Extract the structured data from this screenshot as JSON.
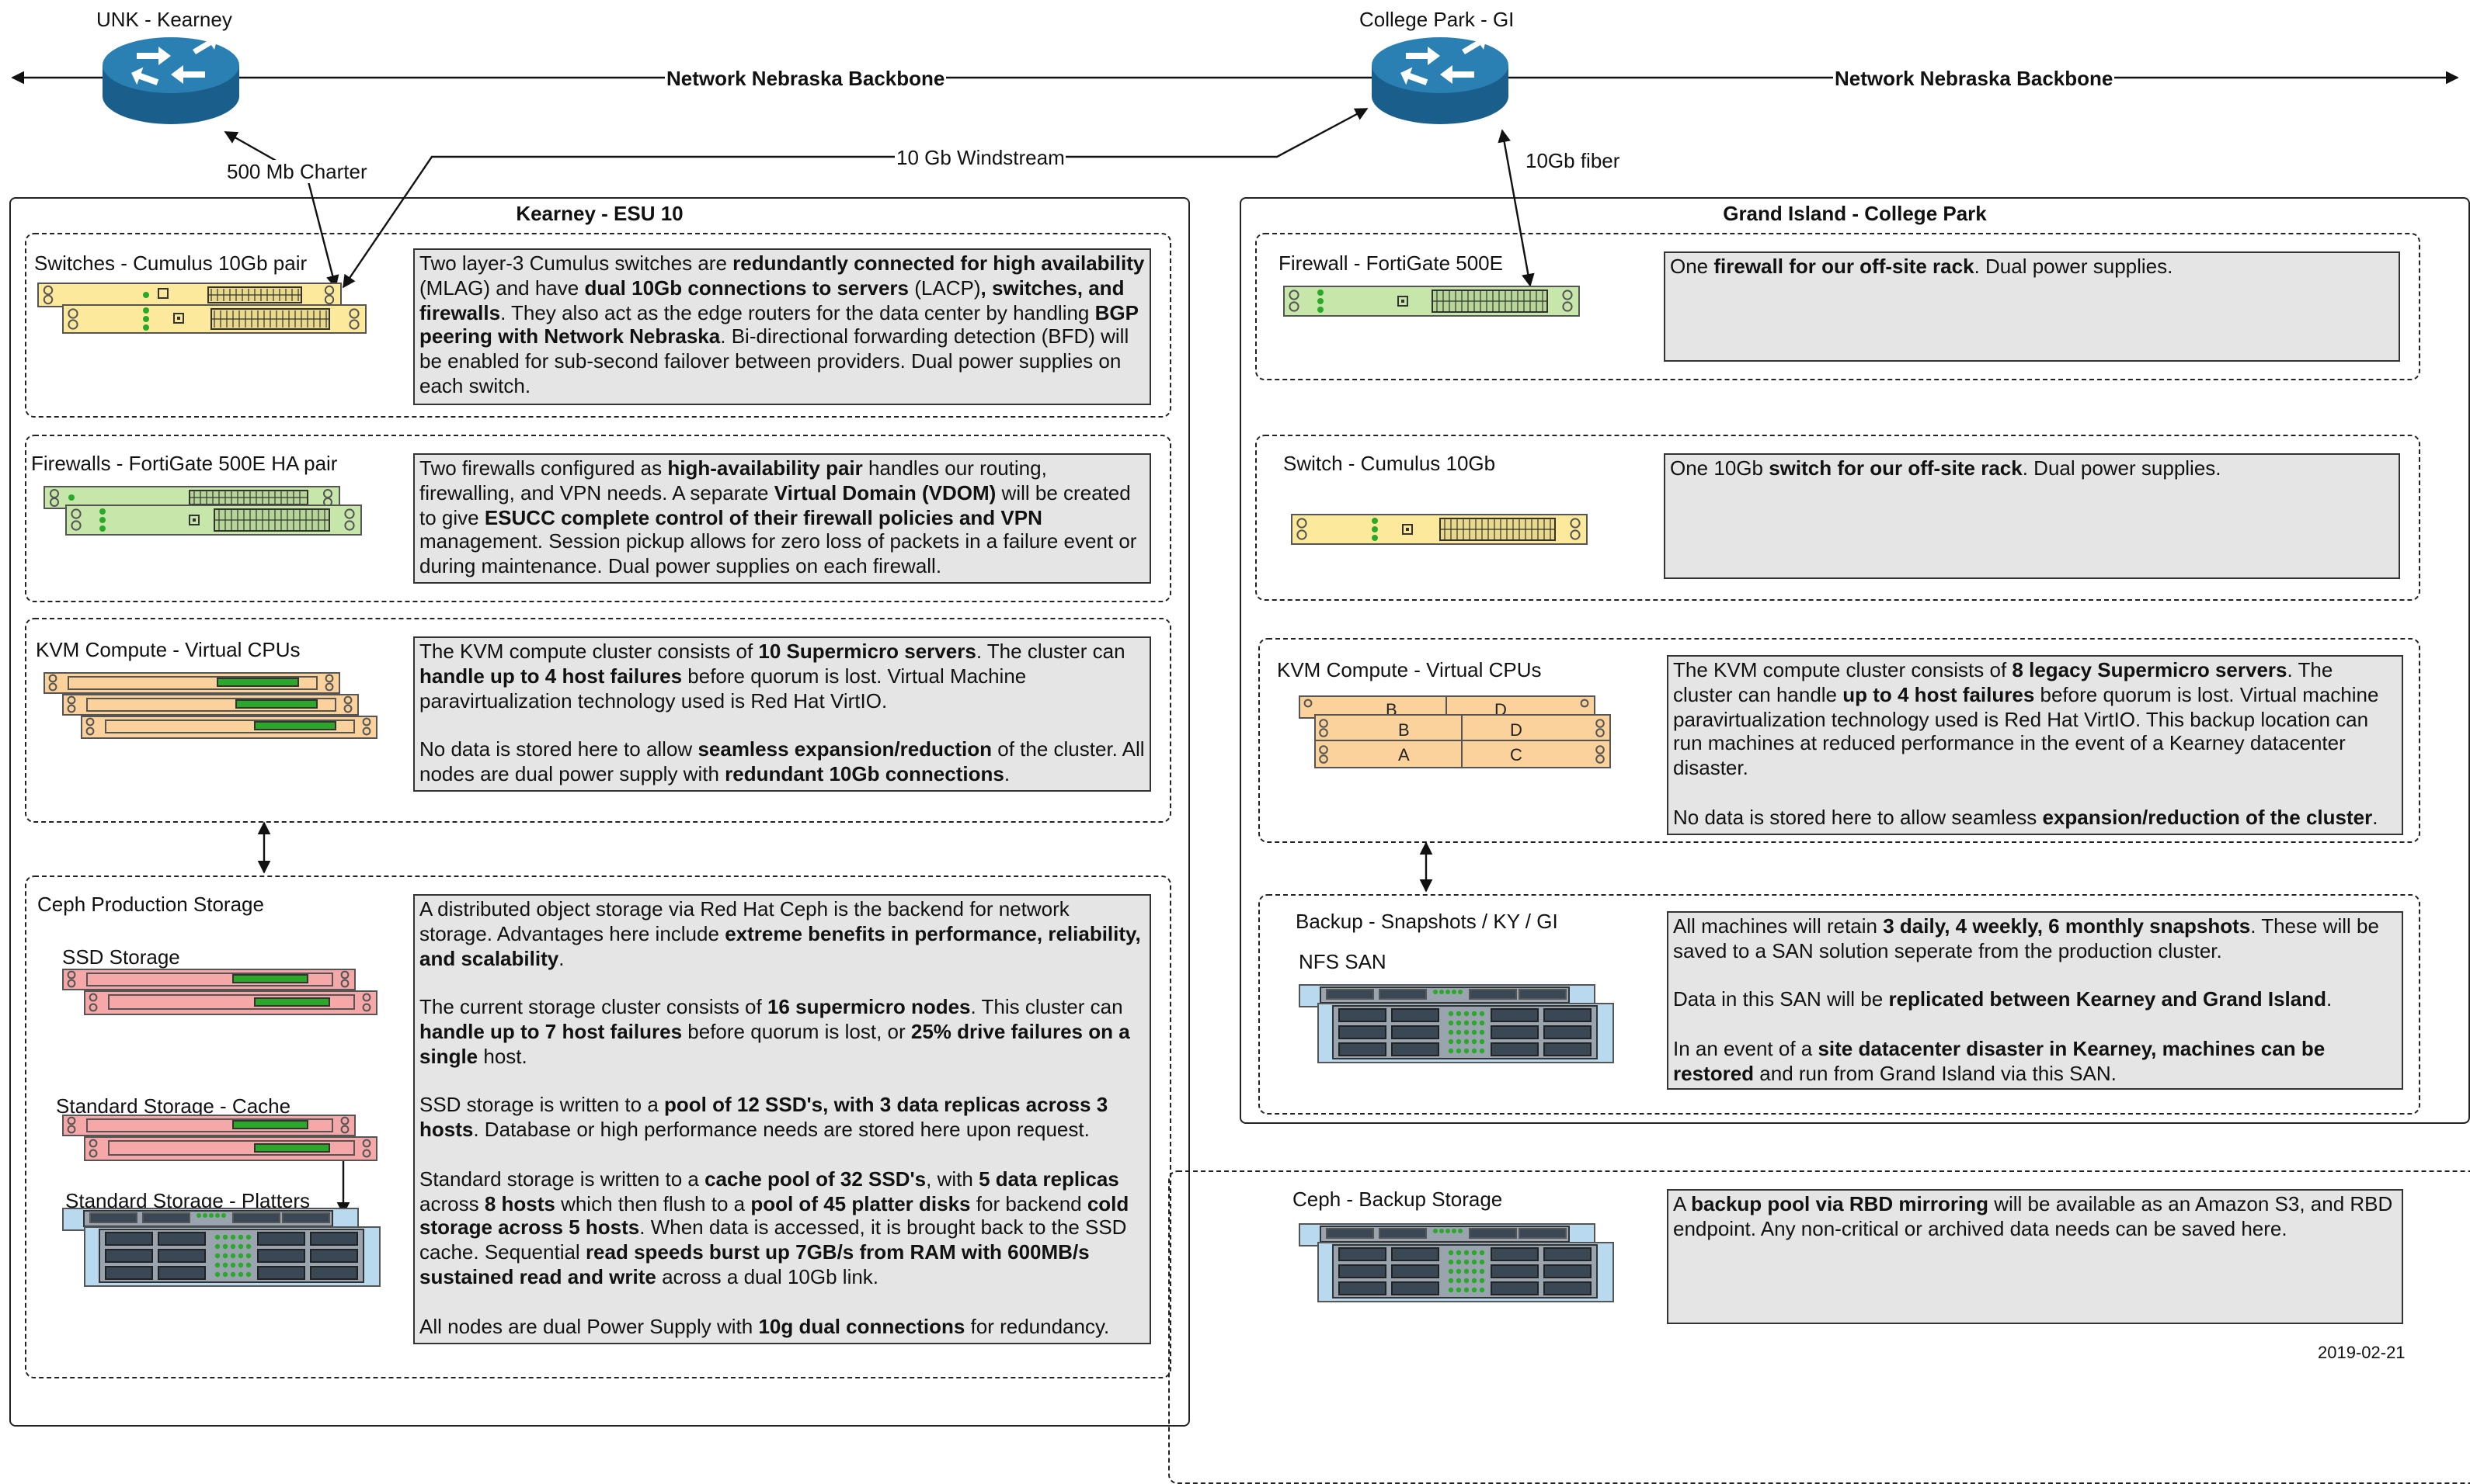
{
  "colors": {
    "switch_fill": "#fde99b",
    "firewall_fill": "#c7e6a9",
    "compute_fill": "#fcd29c",
    "ssd_fill": "#f6a8a8",
    "storage_fill": "#b9d9ef",
    "desc_fill": "#e5e5e5",
    "router_fill": "#1f6c9c",
    "port_green": "#2aa82a"
  },
  "sites": {
    "unk": "UNK - Kearney",
    "college_park": "College Park - GI"
  },
  "links": {
    "backbone_left": "Network Nebraska Backbone",
    "backbone_right": "Network Nebraska Backbone",
    "charter": "500 Mb Charter",
    "windstream": "10 Gb Windstream",
    "fiber": "10Gb fiber"
  },
  "kearney": {
    "title": "Kearney - ESU 10",
    "switches": {
      "label": "Switches - Cumulus 10Gb pair",
      "desc": [
        [
          {
            "t": "Two layer-3 Cumulus switches are "
          },
          {
            "t": "redundantly connected for high availability",
            "b": true
          },
          {
            "t": " (MLAG) and have "
          },
          {
            "t": "dual 10Gb connections to servers",
            "b": true
          },
          {
            "t": " (LACP)"
          },
          {
            "t": ", switches, and firewalls",
            "b": true
          },
          {
            "t": ".  They also act as the edge routers for the data center by handling "
          },
          {
            "t": "BGP peering with Network Nebraska",
            "b": true
          },
          {
            "t": ".  Bi-directional forwarding detection (BFD) will be enabled for sub-second failover between providers.  Dual power supplies on each switch."
          }
        ]
      ]
    },
    "firewalls": {
      "label": "Firewalls - FortiGate 500E HA pair",
      "desc": [
        [
          {
            "t": "Two firewalls configured as "
          },
          {
            "t": "high-availability pair",
            "b": true
          },
          {
            "t": " handles our routing, firewalling, and VPN needs.  A separate "
          },
          {
            "t": "Virtual Domain (VDOM)",
            "b": true
          },
          {
            "t": " will be created to give "
          },
          {
            "t": "ESUCC complete control of their firewall policies and VPN",
            "b": true
          },
          {
            "t": " management.  Session pickup allows for zero loss of packets in a failure event or during maintenance.  Dual power supplies on each firewall."
          }
        ]
      ]
    },
    "kvm": {
      "label": "KVM Compute - Virtual CPUs",
      "desc": [
        [
          {
            "t": "The KVM compute cluster consists of "
          },
          {
            "t": "10 Supermicro servers",
            "b": true
          },
          {
            "t": ". The cluster can "
          },
          {
            "t": "handle up to 4 host failures",
            "b": true
          },
          {
            "t": " before quorum is lost. Virtual Machine paravirtualization technology used is Red Hat VirtIO."
          }
        ],
        [
          {
            "t": "No data is stored here to allow "
          },
          {
            "t": "seamless expansion/reduction",
            "b": true
          },
          {
            "t": " of the cluster.  All nodes are dual power supply with "
          },
          {
            "t": "redundant 10Gb connections",
            "b": true
          },
          {
            "t": "."
          }
        ]
      ]
    },
    "ceph": {
      "label": "Ceph Production Storage",
      "ssd_label": "SSD Storage",
      "cache_label": "Standard Storage - Cache",
      "platters_label": "Standard Storage - Platters",
      "desc": [
        [
          {
            "t": "A distributed object storage via Red Hat Ceph is the backend for network storage. Advantages here include "
          },
          {
            "t": "extreme benefits in performance, reliability, and scalability",
            "b": true
          },
          {
            "t": "."
          }
        ],
        [
          {
            "t": "The current storage cluster consists of "
          },
          {
            "t": "16 supermicro nodes",
            "b": true
          },
          {
            "t": ". This cluster can "
          },
          {
            "t": "handle up to 7 host failures",
            "b": true
          },
          {
            "t": " before quorum is lost, or "
          },
          {
            "t": "25% drive failures on a single",
            "b": true
          },
          {
            "t": " host."
          }
        ],
        [
          {
            "t": "SSD storage is written to a "
          },
          {
            "t": "pool of 12 SSD's, with 3 data replicas across 3  hosts",
            "b": true
          },
          {
            "t": ". Database or high performance needs are stored here upon request."
          }
        ],
        [
          {
            "t": "Standard storage is written to a "
          },
          {
            "t": "cache pool of 32 SSD's",
            "b": true
          },
          {
            "t": ", with "
          },
          {
            "t": "5 data replicas",
            "b": true
          },
          {
            "t": " across "
          },
          {
            "t": "8 hosts",
            "b": true
          },
          {
            "t": " which then flush to a "
          },
          {
            "t": "pool of 45 platter disks",
            "b": true
          },
          {
            "t": " for backend "
          },
          {
            "t": "cold storage across 5 hosts",
            "b": true
          },
          {
            "t": ". When data is accessed, it is brought back to the SSD cache. Sequential "
          },
          {
            "t": "read speeds burst up 7GB/s from RAM with 600MB/s sustained read and write",
            "b": true
          },
          {
            "t": " across a dual 10Gb link."
          }
        ],
        [
          {
            "t": "All nodes are dual Power Supply with "
          },
          {
            "t": "10g dual connections",
            "b": true
          },
          {
            "t": " for redundancy."
          }
        ]
      ]
    }
  },
  "grand_island": {
    "title": "Grand Island - College Park",
    "firewall": {
      "label": "Firewall - FortiGate 500E",
      "desc": [
        [
          {
            "t": "One "
          },
          {
            "t": "firewall for our off-site rack",
            "b": true
          },
          {
            "t": ".  Dual power supplies."
          }
        ]
      ]
    },
    "switch": {
      "label": "Switch - Cumulus 10Gb",
      "desc": [
        [
          {
            "t": "One 10Gb "
          },
          {
            "t": "switch for our off-site rack",
            "b": true
          },
          {
            "t": ".  Dual power supplies."
          }
        ]
      ]
    },
    "kvm": {
      "label": "KVM Compute - Virtual CPUs",
      "node_labels": [
        "A",
        "B",
        "C",
        "D"
      ],
      "desc": [
        [
          {
            "t": "The KVM compute cluster consists of "
          },
          {
            "t": "8 legacy Supermicro servers",
            "b": true
          },
          {
            "t": ". The cluster can handle "
          },
          {
            "t": "up to 4 host failures",
            "b": true
          },
          {
            "t": " before quorum is lost. Virtual machine paravirtualization technology used is Red Hat VirtIO. This backup location can run machines at reduced performance in the event of a Kearney datacenter disaster."
          }
        ],
        [
          {
            "t": "No data is stored here to allow seamless "
          },
          {
            "t": "expansion/reduction of the cluster",
            "b": true
          },
          {
            "t": "."
          }
        ]
      ]
    },
    "backup": {
      "label": "Backup - Snapshots / KY / GI",
      "nfs_label": "NFS SAN",
      "desc": [
        [
          {
            "t": "All machines will retain "
          },
          {
            "t": "3 daily, 4 weekly, 6 monthly snapshots",
            "b": true
          },
          {
            "t": ". These will be saved to a SAN solution seperate from the production cluster."
          }
        ],
        [
          {
            "t": "Data in this SAN will be "
          },
          {
            "t": "replicated between Kearney and Grand Island",
            "b": true
          },
          {
            "t": "."
          }
        ],
        [
          {
            "t": "In an event of a "
          },
          {
            "t": "site datacenter disaster in Kearney, machines can be restored",
            "b": true
          },
          {
            "t": " and run from Grand Island via this SAN."
          }
        ]
      ]
    }
  },
  "ceph_backup": {
    "label": "Ceph - Backup Storage",
    "desc": [
      [
        {
          "t": "A "
        },
        {
          "t": "backup pool via RBD mirroring",
          "b": true
        },
        {
          "t": " will be available as an Amazon S3, and RBD endpoint. Any non-critical or archived data needs can be saved here."
        }
      ]
    ]
  },
  "date": "2019-02-21"
}
